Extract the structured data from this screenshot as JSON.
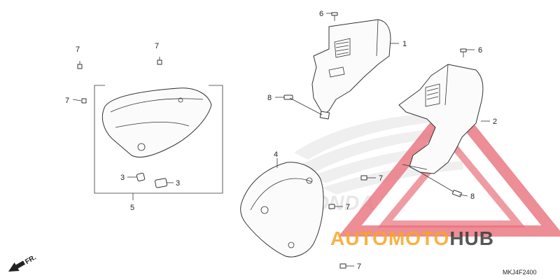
{
  "diagram": {
    "code": "MKJ4F2400",
    "direction_label": "FR.",
    "callouts": {
      "c1": "1",
      "c2": "2",
      "c3a": "3",
      "c3b": "3",
      "c4": "4",
      "c5": "5",
      "c6a": "6",
      "c6b": "6",
      "c7a": "7",
      "c7b": "7",
      "c7c": "7",
      "c7d": "7",
      "c7e": "7",
      "c7f": "7",
      "c8a": "8",
      "c8b": "8"
    }
  },
  "watermark": {
    "brand_orange": "AUTOMOTO",
    "brand_dark": "HUB",
    "background_lettering": "HONDA",
    "colors": {
      "orange": "#f5a623",
      "dark": "#3a3a3a",
      "triangle": "#e8707a",
      "wing": "#dddddd"
    }
  }
}
